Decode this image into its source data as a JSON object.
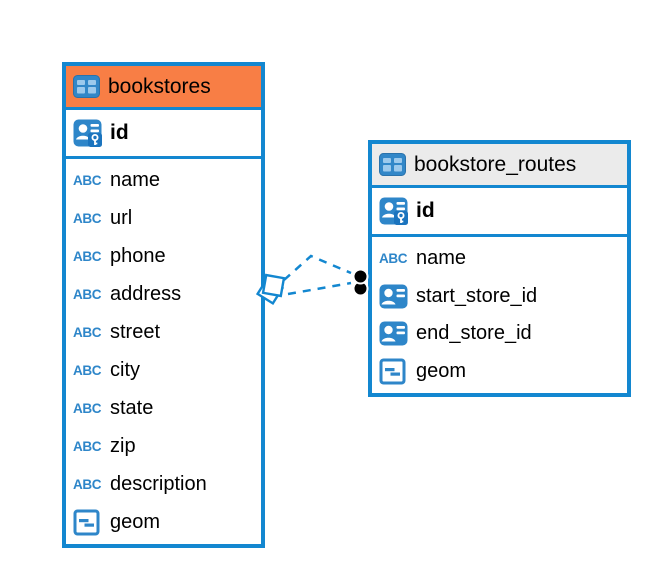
{
  "diagram": {
    "type": "entity-relationship",
    "colors": {
      "table_border": "#1387D0",
      "bookstores_header_bg": "#F87E45",
      "routes_header_bg": "#EBEBEB",
      "icon_blue": "#2E86C9",
      "connector_line": "#1387D0",
      "connector_dot": "#000000",
      "text": "#000000"
    },
    "icons": {
      "table": "table-grid-icon",
      "primary-key": "id-badge-key-icon",
      "foreign-key": "id-badge-icon",
      "text": "abc-icon",
      "geometry": "geometry-square-icon"
    },
    "tables": [
      {
        "name": "bookstores",
        "pk": [
          {
            "name": "id",
            "icon": "primary-key",
            "bold": true
          }
        ],
        "columns": [
          {
            "name": "name",
            "icon": "text"
          },
          {
            "name": "url",
            "icon": "text"
          },
          {
            "name": "phone",
            "icon": "text"
          },
          {
            "name": "address",
            "icon": "text"
          },
          {
            "name": "street",
            "icon": "text"
          },
          {
            "name": "city",
            "icon": "text"
          },
          {
            "name": "state",
            "icon": "text"
          },
          {
            "name": "zip",
            "icon": "text"
          },
          {
            "name": "description",
            "icon": "text"
          },
          {
            "name": "geom",
            "icon": "geometry"
          }
        ]
      },
      {
        "name": "bookstore_routes",
        "pk": [
          {
            "name": "id",
            "icon": "primary-key",
            "bold": true
          }
        ],
        "columns": [
          {
            "name": "name",
            "icon": "text"
          },
          {
            "name": "start_store_id",
            "icon": "foreign-key"
          },
          {
            "name": "end_store_id",
            "icon": "foreign-key"
          },
          {
            "name": "geom",
            "icon": "geometry"
          }
        ]
      }
    ],
    "relationships": [
      {
        "from": "bookstores",
        "to": "bookstore_routes",
        "line_style": "dashed",
        "left_marker": "diamond",
        "right_marker": "dot"
      },
      {
        "from": "bookstores",
        "to": "bookstore_routes",
        "line_style": "dashed",
        "left_marker": "diamond",
        "right_marker": "dot"
      }
    ]
  }
}
